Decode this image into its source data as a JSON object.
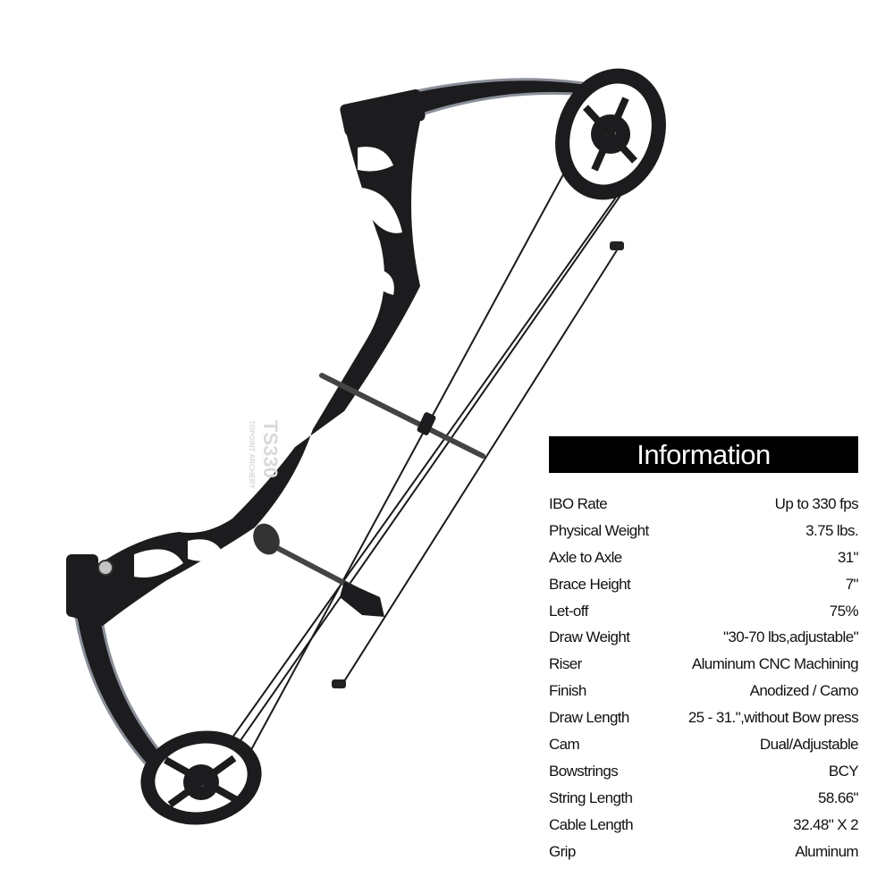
{
  "product": {
    "riser_model": "TS330",
    "riser_brand": "TOPOINT ARCHERY"
  },
  "info": {
    "title": "Information",
    "specs": [
      {
        "label": "IBO Rate",
        "value": "Up to 330 fps"
      },
      {
        "label": "Physical Weight",
        "value": "3.75 lbs."
      },
      {
        "label": "Axle to Axle",
        "value": "31\""
      },
      {
        "label": "Brace Height",
        "value": "7\""
      },
      {
        "label": "Let-off",
        "value": "75%"
      },
      {
        "label": "Draw Weight",
        "value": "\"30-70 lbs,adjustable\""
      },
      {
        "label": "Riser",
        "value": "Aluminum CNC Machining"
      },
      {
        "label": "Finish",
        "value": "Anodized / Camo"
      },
      {
        "label": "Draw Length",
        "value": "25 - 31.\",without Bow press"
      },
      {
        "label": "Cam",
        "value": "Dual/Adjustable"
      },
      {
        "label": "Bowstrings",
        "value": "BCY"
      },
      {
        "label": "String Length",
        "value": "58.66\""
      },
      {
        "label": "Cable Length",
        "value": "32.48\" X 2"
      },
      {
        "label": "Grip",
        "value": "Aluminum"
      }
    ]
  },
  "colors": {
    "header_bg": "#000000",
    "header_text": "#ffffff",
    "bow_body": "#1c1c1f",
    "limb_highlight": "#8a8f99"
  }
}
